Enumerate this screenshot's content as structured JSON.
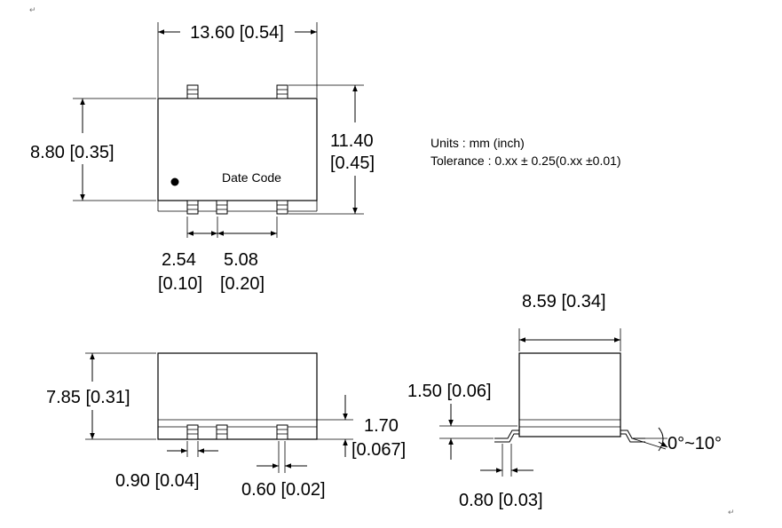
{
  "top_view": {
    "width_dim": "13.60 [0.54]",
    "height_dim": "8.80 [0.35]",
    "overall_height_label": "11.40",
    "overall_height_inch": "[0.45]",
    "date_code": "Date Code",
    "pitch_1": "2.54",
    "pitch_1_inch": "[0.10]",
    "pitch_2": "5.08",
    "pitch_2_inch": "[0.20]"
  },
  "notes": {
    "units": "Units : mm (inch)",
    "tolerance": "Tolerance : 0.xx ± 0.25(0.xx ±0.01)"
  },
  "front_view": {
    "height_dim": "7.85 [0.31]",
    "standoff": "1.70",
    "standoff_inch": "[0.067]",
    "pin_width": "0.90 [0.04]",
    "pin_lead": "0.60 [0.02]"
  },
  "side_view": {
    "width_dim": "8.59 [0.34]",
    "lead_height": "1.50 [0.06]",
    "lead_width": "0.80 [0.03]",
    "angle": "0°~10°"
  },
  "marks": {
    "return_mark": "↵"
  }
}
